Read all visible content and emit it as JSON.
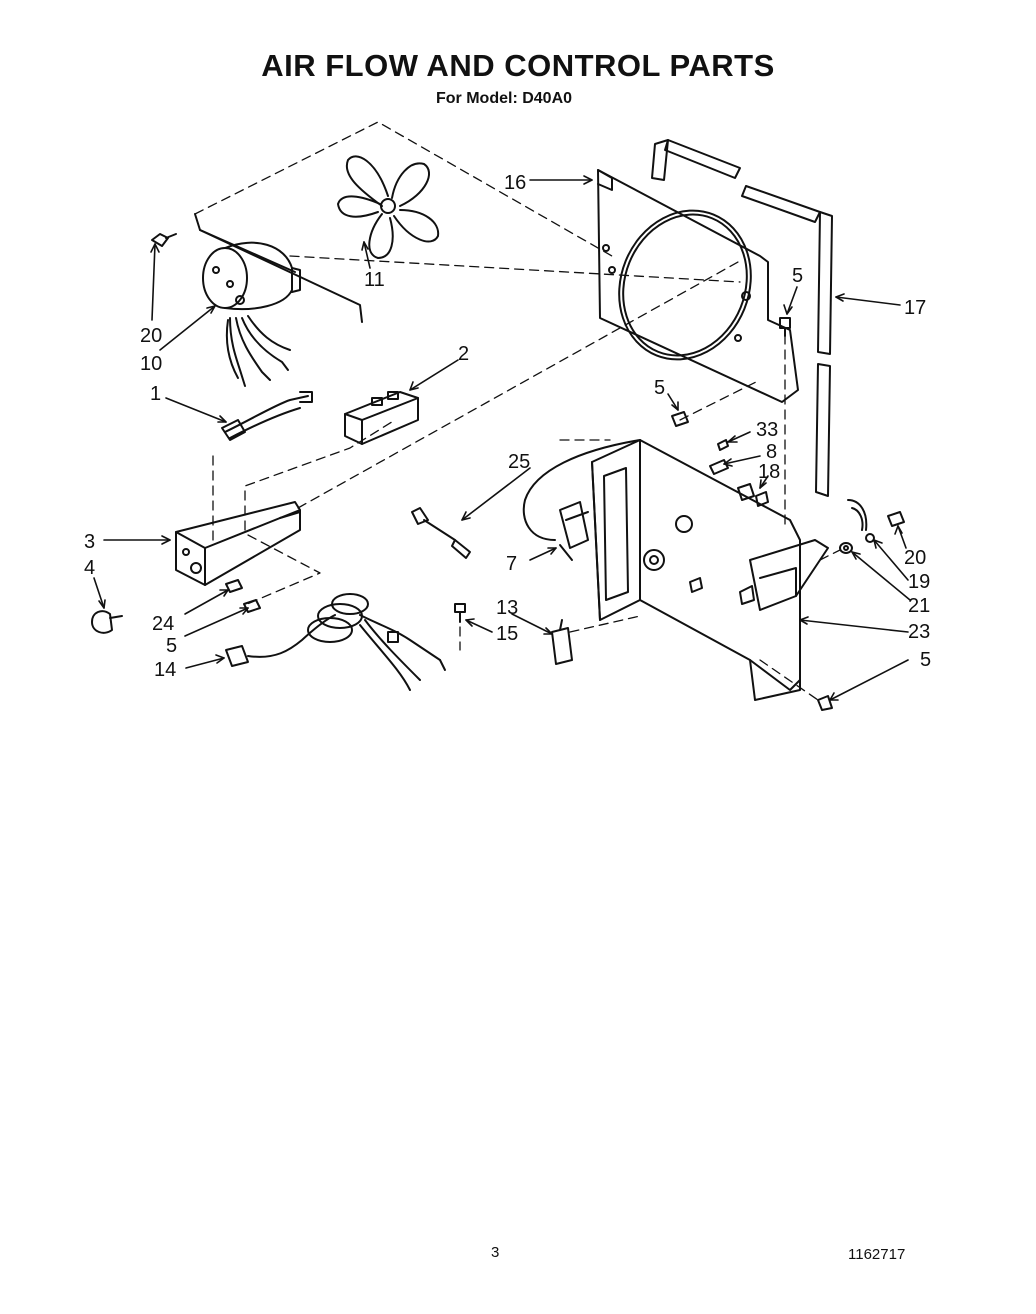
{
  "header": {
    "title": "AIR FLOW AND CONTROL PARTS",
    "subtitle": "For Model: D40A0"
  },
  "callouts": [
    "16",
    "5",
    "17",
    "2",
    "11",
    "20",
    "10",
    "1",
    "5",
    "33",
    "8",
    "18",
    "25",
    "3",
    "4",
    "7",
    "20",
    "19",
    "21",
    "24",
    "5",
    "13",
    "15",
    "23",
    "14",
    "5"
  ],
  "footer": {
    "page_number": "3",
    "document_number": "1162717"
  }
}
